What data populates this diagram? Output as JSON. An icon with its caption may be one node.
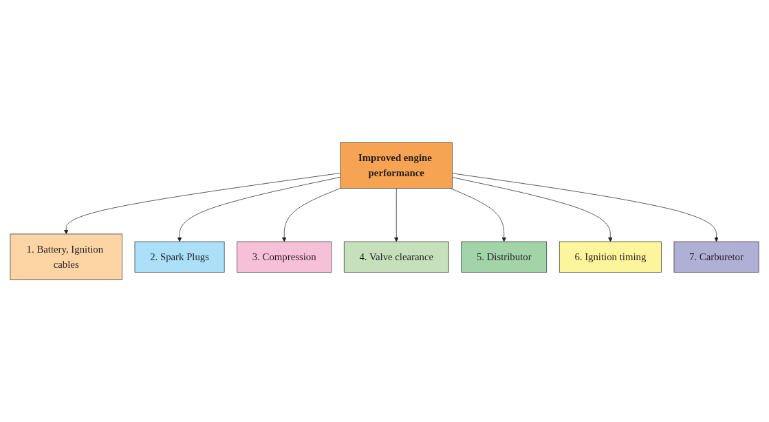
{
  "diagram": {
    "nodes": [
      {
        "text": [
          "1. Battery, Ignition cables"
        ]
      },
      {
        "text": [
          "7. Carburetor"
        ]
      },
      {
        "text": [
          "2. Spark Plugs"
        ]
      },
      {
        "text": [
          "6. Ignition timing"
        ]
      },
      {
        "text": [
          "Improved engine performance"
        ]
      },
      {
        "text": [
          "3. Compression"
        ]
      },
      {
        "text": [
          "5. Distributor"
        ]
      },
      {
        "text": [
          "4. Valve clearance"
        ]
      }
    ],
    "edges": [
      {
        "from": 4,
        "to": 0,
        "arrow": "to"
      },
      {
        "from": 4,
        "to": 2,
        "arrow": "to"
      },
      {
        "from": 4,
        "to": 5,
        "arrow": "to"
      },
      {
        "from": 4,
        "to": 7,
        "arrow": "to"
      },
      {
        "from": 4,
        "to": 6,
        "arrow": "to"
      },
      {
        "from": 4,
        "to": 3,
        "arrow": "to"
      },
      {
        "from": 4,
        "to": 1,
        "arrow": "to"
      }
    ]
  }
}
